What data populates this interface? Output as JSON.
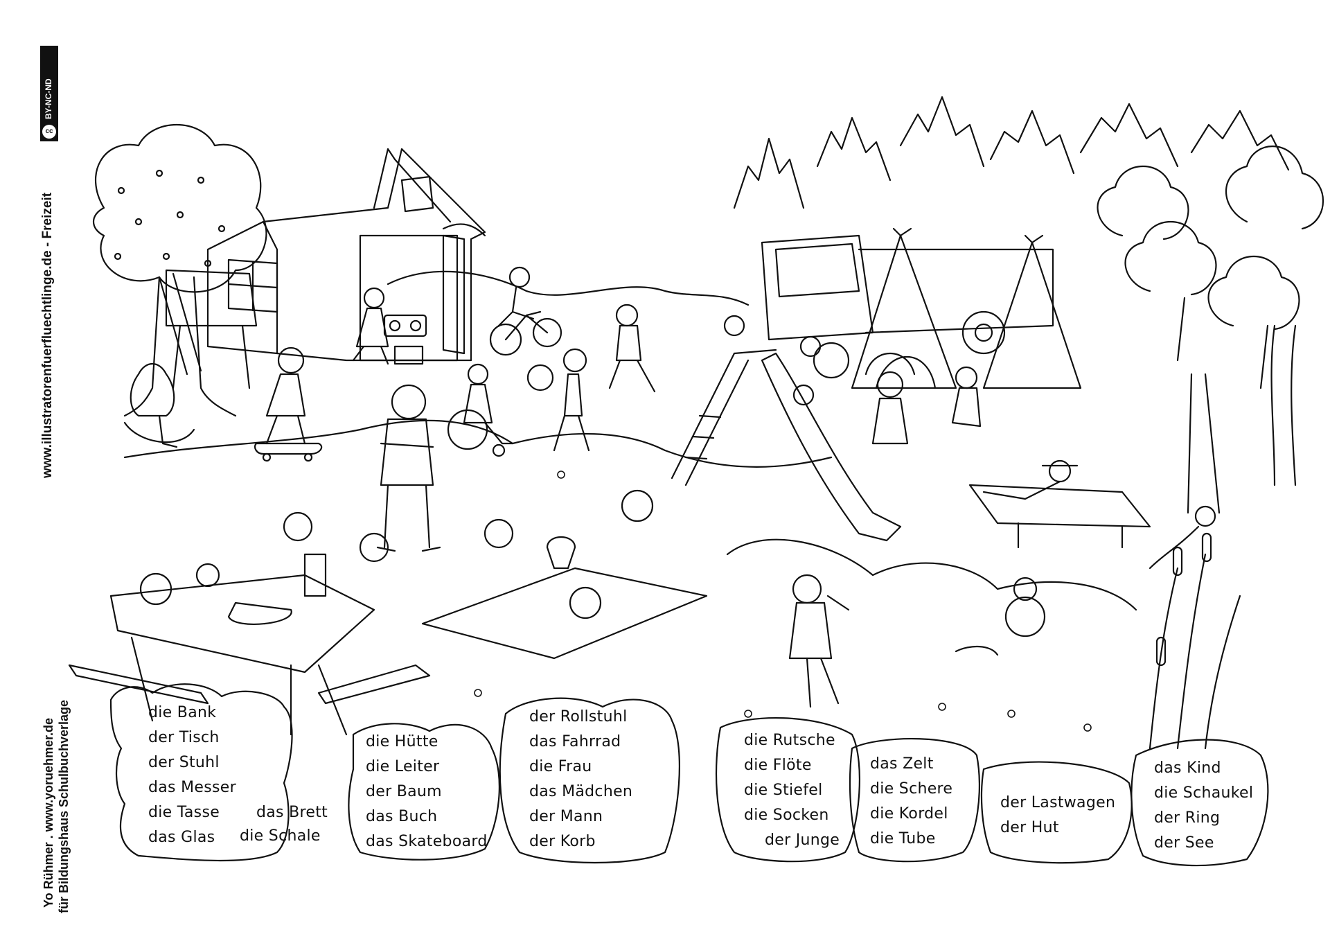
{
  "license": {
    "cc": "cc",
    "label": "BY-NC-ND"
  },
  "sidebar": {
    "website": "www.illustratorenfuerfluechtlinge.de - Freizeit",
    "author": "Yo Rühmer . www.yoruehmer.de",
    "publisher": "für Bildungshaus Schulbuchverlage"
  },
  "vocab": {
    "group1": [
      "die Bank",
      "der Tisch",
      "der Stuhl",
      "das Messer",
      "die Tasse",
      "das Glas"
    ],
    "group1b": [
      "das Brett",
      "die Schale"
    ],
    "group2": [
      "die Hütte",
      "die Leiter",
      "der Baum",
      "das Buch",
      "das Skateboard"
    ],
    "group3": [
      "der Rollstuhl",
      "das Fahrrad",
      "die Frau",
      "das Mädchen",
      "der Mann",
      "der Korb"
    ],
    "group4": [
      "die Rutsche",
      "die Flöte",
      "die Stiefel",
      "die Socken",
      "der Junge"
    ],
    "group5": [
      "das Zelt",
      "die Schere",
      "die Kordel",
      "die Tube"
    ],
    "group6": [
      "der Lastwagen",
      "der Hut"
    ],
    "group7": [
      "das Kind",
      "die Schaukel",
      "der Ring",
      "der See"
    ]
  }
}
